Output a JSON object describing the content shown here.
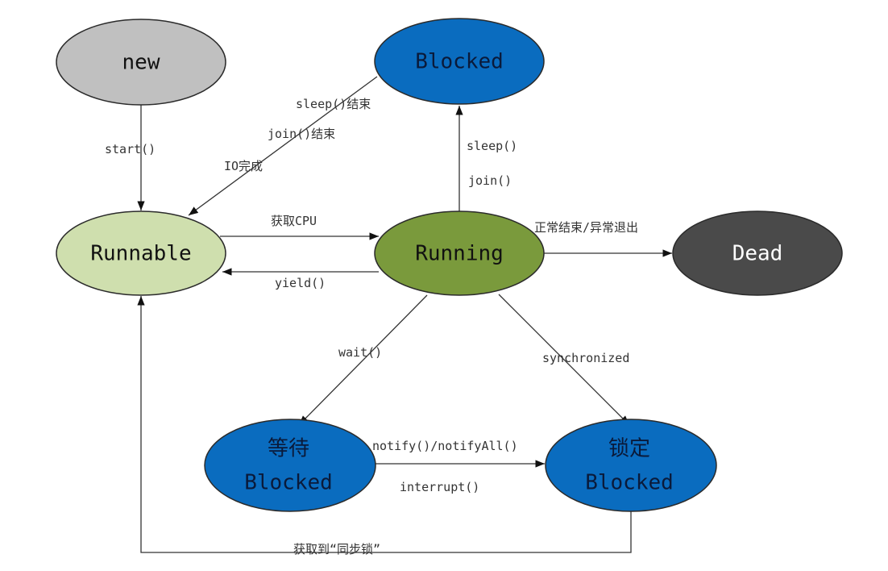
{
  "colors": {
    "new": "#c0c0c0",
    "blocked": "#0a6cbf",
    "runnable": "#cfdfae",
    "running": "#7a9a3c",
    "dead": "#4a4a4a"
  },
  "nodes": {
    "new": "new",
    "blocked": "Blocked",
    "runnable": "Runnable",
    "running": "Running",
    "dead": "Dead",
    "waiting_cn": "等待",
    "waiting_en": "Blocked",
    "locked_cn": "锁定",
    "locked_en": "Blocked"
  },
  "edges": {
    "start": "start()",
    "sleep_end": "sleep()结束",
    "join_end": "join()结束",
    "io_done": "IO完成",
    "sleep": "sleep()",
    "join": "join()",
    "get_cpu": "获取CPU",
    "yield": "yield()",
    "finish": "正常结束/异常退出",
    "wait": "wait()",
    "synchronized": "synchronized",
    "notify": "notify()/notifyAll()",
    "interrupt": "interrupt()",
    "get_lock": "获取到“同步锁”"
  }
}
